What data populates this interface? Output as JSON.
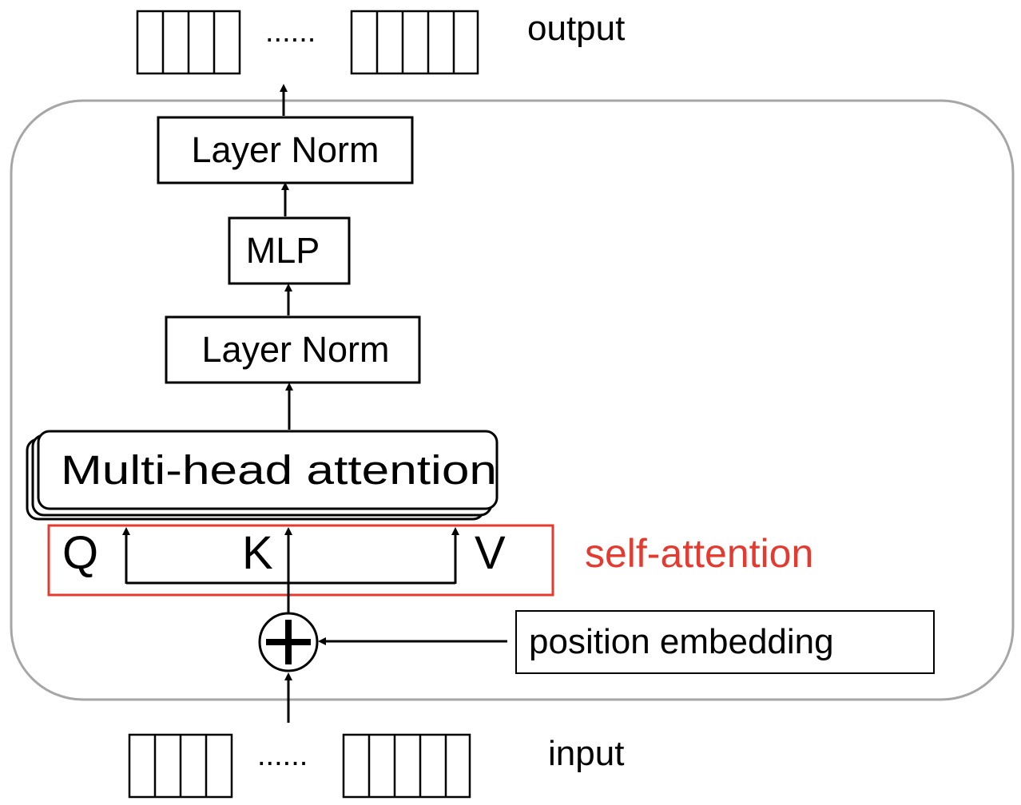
{
  "labels": {
    "output": "output",
    "input": "input",
    "ellipsis_top": "......",
    "ellipsis_bottom": "......"
  },
  "blocks": {
    "layer_norm_top": "Layer Norm",
    "mlp": "MLP",
    "layer_norm_bottom": "Layer Norm",
    "multi_head_attention": "Multi-head attention",
    "position_embedding": "position embedding"
  },
  "self_attention": {
    "label": "self-attention",
    "q": "Q",
    "k": "K",
    "v": "V",
    "color": "#e53a2f"
  },
  "colors": {
    "encoder_border": "#a6a6a6",
    "stroke": "#000000"
  }
}
